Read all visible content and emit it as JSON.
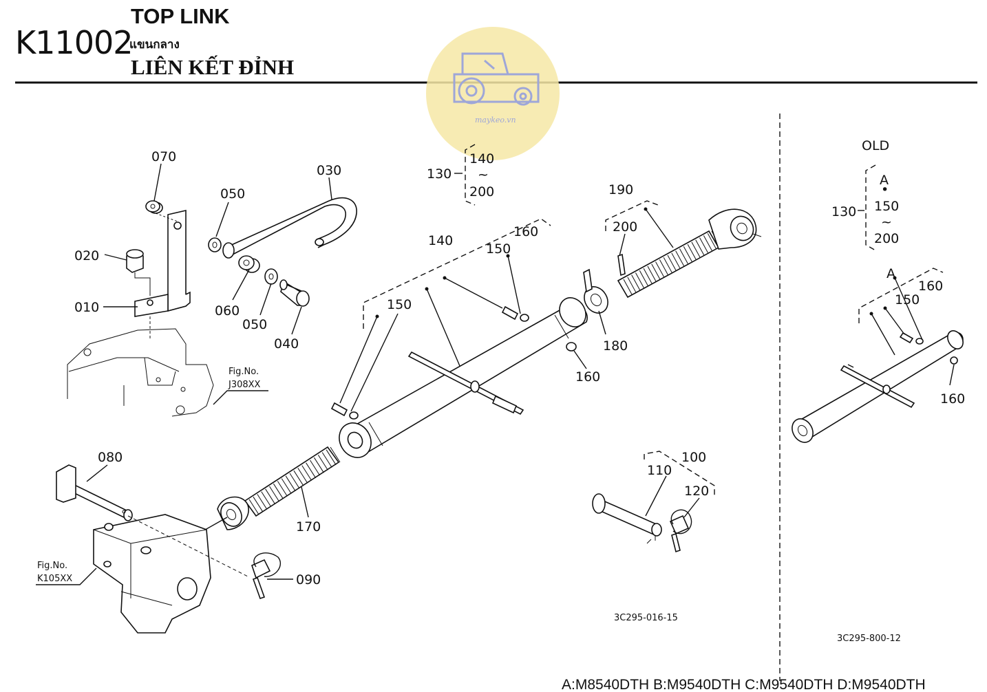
{
  "header": {
    "code": "K11002",
    "title_en": "TOP LINK",
    "title_th": "แขนกลาง",
    "title_vi": "LIÊN KẾT ĐỈNH"
  },
  "watermark": {
    "text": "maykeo.vn",
    "color": "#f5e6a3"
  },
  "main": {
    "labels": {
      "p070": "070",
      "p050a": "050",
      "p030": "030",
      "p020": "020",
      "p010": "010",
      "p060": "060",
      "p050b": "050",
      "p040": "040",
      "p140top": "140",
      "tilde_top": "~",
      "p200top": "200",
      "p130top": "130",
      "p140": "140",
      "p160a": "160",
      "p150a": "150",
      "p150b": "150",
      "p190": "190",
      "p200": "200",
      "p180": "180",
      "p160b": "160",
      "p080": "080",
      "p170": "170",
      "p090": "090",
      "p100": "100",
      "p110": "110",
      "p120": "120"
    },
    "fig_j": {
      "line1": "Fig.No.",
      "line2": "J308XX"
    },
    "fig_k": {
      "line1": "Fig.No.",
      "line2": "K105XX"
    },
    "drawing_no": "3C295-016-15"
  },
  "old_panel": {
    "title": "OLD",
    "labels": {
      "A1": "A",
      "dot": "•",
      "p150r1": "150",
      "tilde": "~",
      "p200r": "200",
      "p130r": "130",
      "A2": "A",
      "p160r1": "160",
      "p150r2": "150",
      "p160r2": "160"
    },
    "drawing_no": "3C295-800-12"
  },
  "footer": {
    "models": "A:M8540DTH B:M9540DTH C:M9540DTH D:M9540DTH"
  }
}
